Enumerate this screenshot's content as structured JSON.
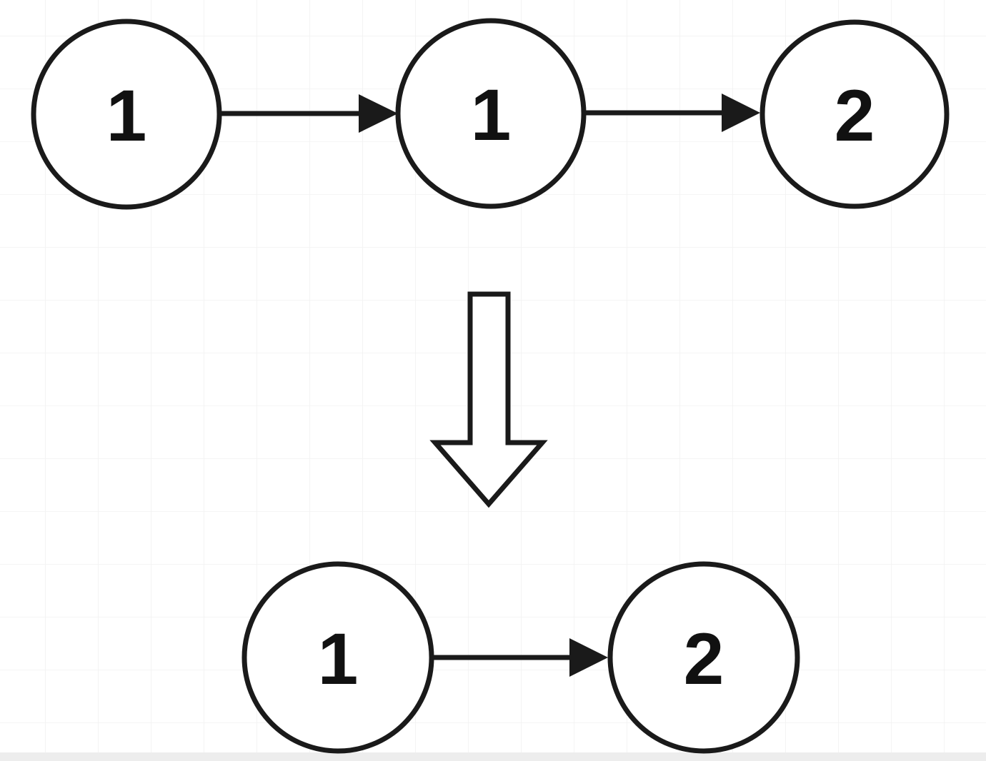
{
  "canvas": {
    "background_color": "#ffffff",
    "grid_color": "#f2f2f2",
    "bottom_band_color": "#ededed",
    "stroke_color": "#1a1a1a",
    "node_fill_color": "#ffffff",
    "label_color": "#111111",
    "stroke_width": "7"
  },
  "diagram": {
    "type": "linked-list-transformation",
    "before": {
      "nodes": [
        {
          "label": "1"
        },
        {
          "label": "1"
        },
        {
          "label": "2"
        }
      ],
      "links": [
        {
          "from": 0,
          "to": 1
        },
        {
          "from": 1,
          "to": 2
        }
      ]
    },
    "transform": {
      "symbol": "down-arrow"
    },
    "after": {
      "nodes": [
        {
          "label": "1"
        },
        {
          "label": "2"
        }
      ],
      "links": [
        {
          "from": 0,
          "to": 1
        }
      ]
    }
  }
}
